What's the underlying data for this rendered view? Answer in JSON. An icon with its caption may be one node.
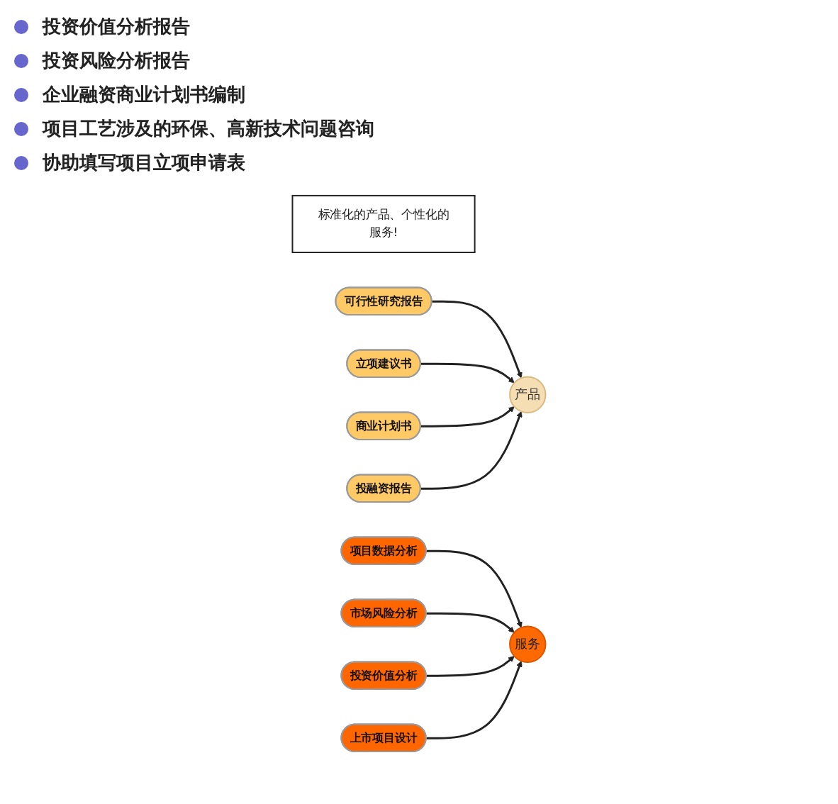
{
  "diagram": {
    "nodes": [
      {
        "text": [
          "标准化的产品、个性化的服务!"
        ]
      },
      {
        "text": [
          "产品"
        ]
      },
      {
        "text": [
          "服务"
        ]
      },
      {
        "text": [
          "可行性研究报告"
        ]
      },
      {
        "text": [
          "立项建议书"
        ]
      },
      {
        "text": [
          "商业计划书"
        ]
      },
      {
        "text": [
          "投融资报告"
        ]
      },
      {
        "text": [
          "项目数据分析"
        ]
      },
      {
        "text": [
          "市场风险分析"
        ]
      },
      {
        "text": [
          "投资价值分析"
        ]
      },
      {
        "text": [
          "上市项目设计"
        ]
      }
    ],
    "edges": [
      {
        "from": 3,
        "to": 1,
        "arrow": "to"
      },
      {
        "from": 4,
        "to": 1,
        "arrow": "to"
      },
      {
        "from": 5,
        "to": 1,
        "arrow": "to"
      },
      {
        "from": 6,
        "to": 1,
        "arrow": "to"
      },
      {
        "from": 7,
        "to": 2,
        "arrow": "to"
      },
      {
        "from": 8,
        "to": 2,
        "arrow": "to"
      },
      {
        "from": 9,
        "to": 2,
        "arrow": "to"
      },
      {
        "from": 10,
        "to": 2,
        "arrow": "to"
      }
    ],
    "labels": [
      "投资价值分析报告",
      "投资风险分析报告",
      "企业融资商业计划书编制",
      "项目工艺涉及的环保、高新技术问题咨询",
      "协助填写项目立项申请表"
    ]
  }
}
